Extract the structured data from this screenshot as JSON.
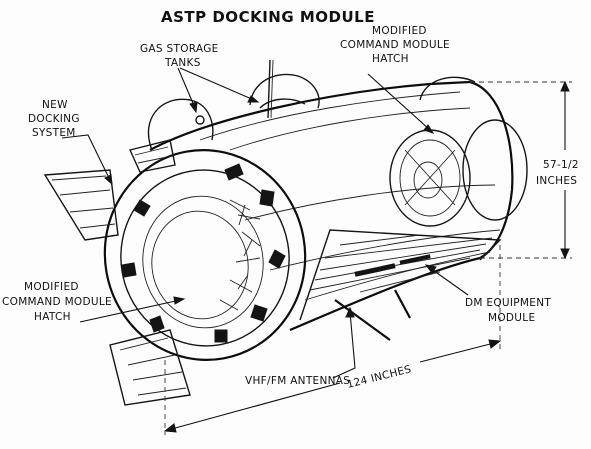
{
  "title": "ASTP DOCKING MODULE",
  "labels": {
    "gas_storage": [
      "GAS STORAGE",
      "TANKS"
    ],
    "modified_hatch_top": [
      "MODIFIED",
      "COMMAND MODULE",
      "HATCH"
    ],
    "new_docking": [
      "NEW",
      "DOCKING",
      "SYSTEM"
    ],
    "height_dim": [
      "57-1/2",
      "INCHES"
    ],
    "modified_hatch_left": [
      "MODIFIED",
      "COMMAND MODULE",
      "HATCH"
    ],
    "dm_equipment": [
      "DM EQUIPMENT",
      "MODULE"
    ],
    "vhf_antennas": "VHF/FM ANTENNAS",
    "length_dim": "124 INCHES"
  }
}
